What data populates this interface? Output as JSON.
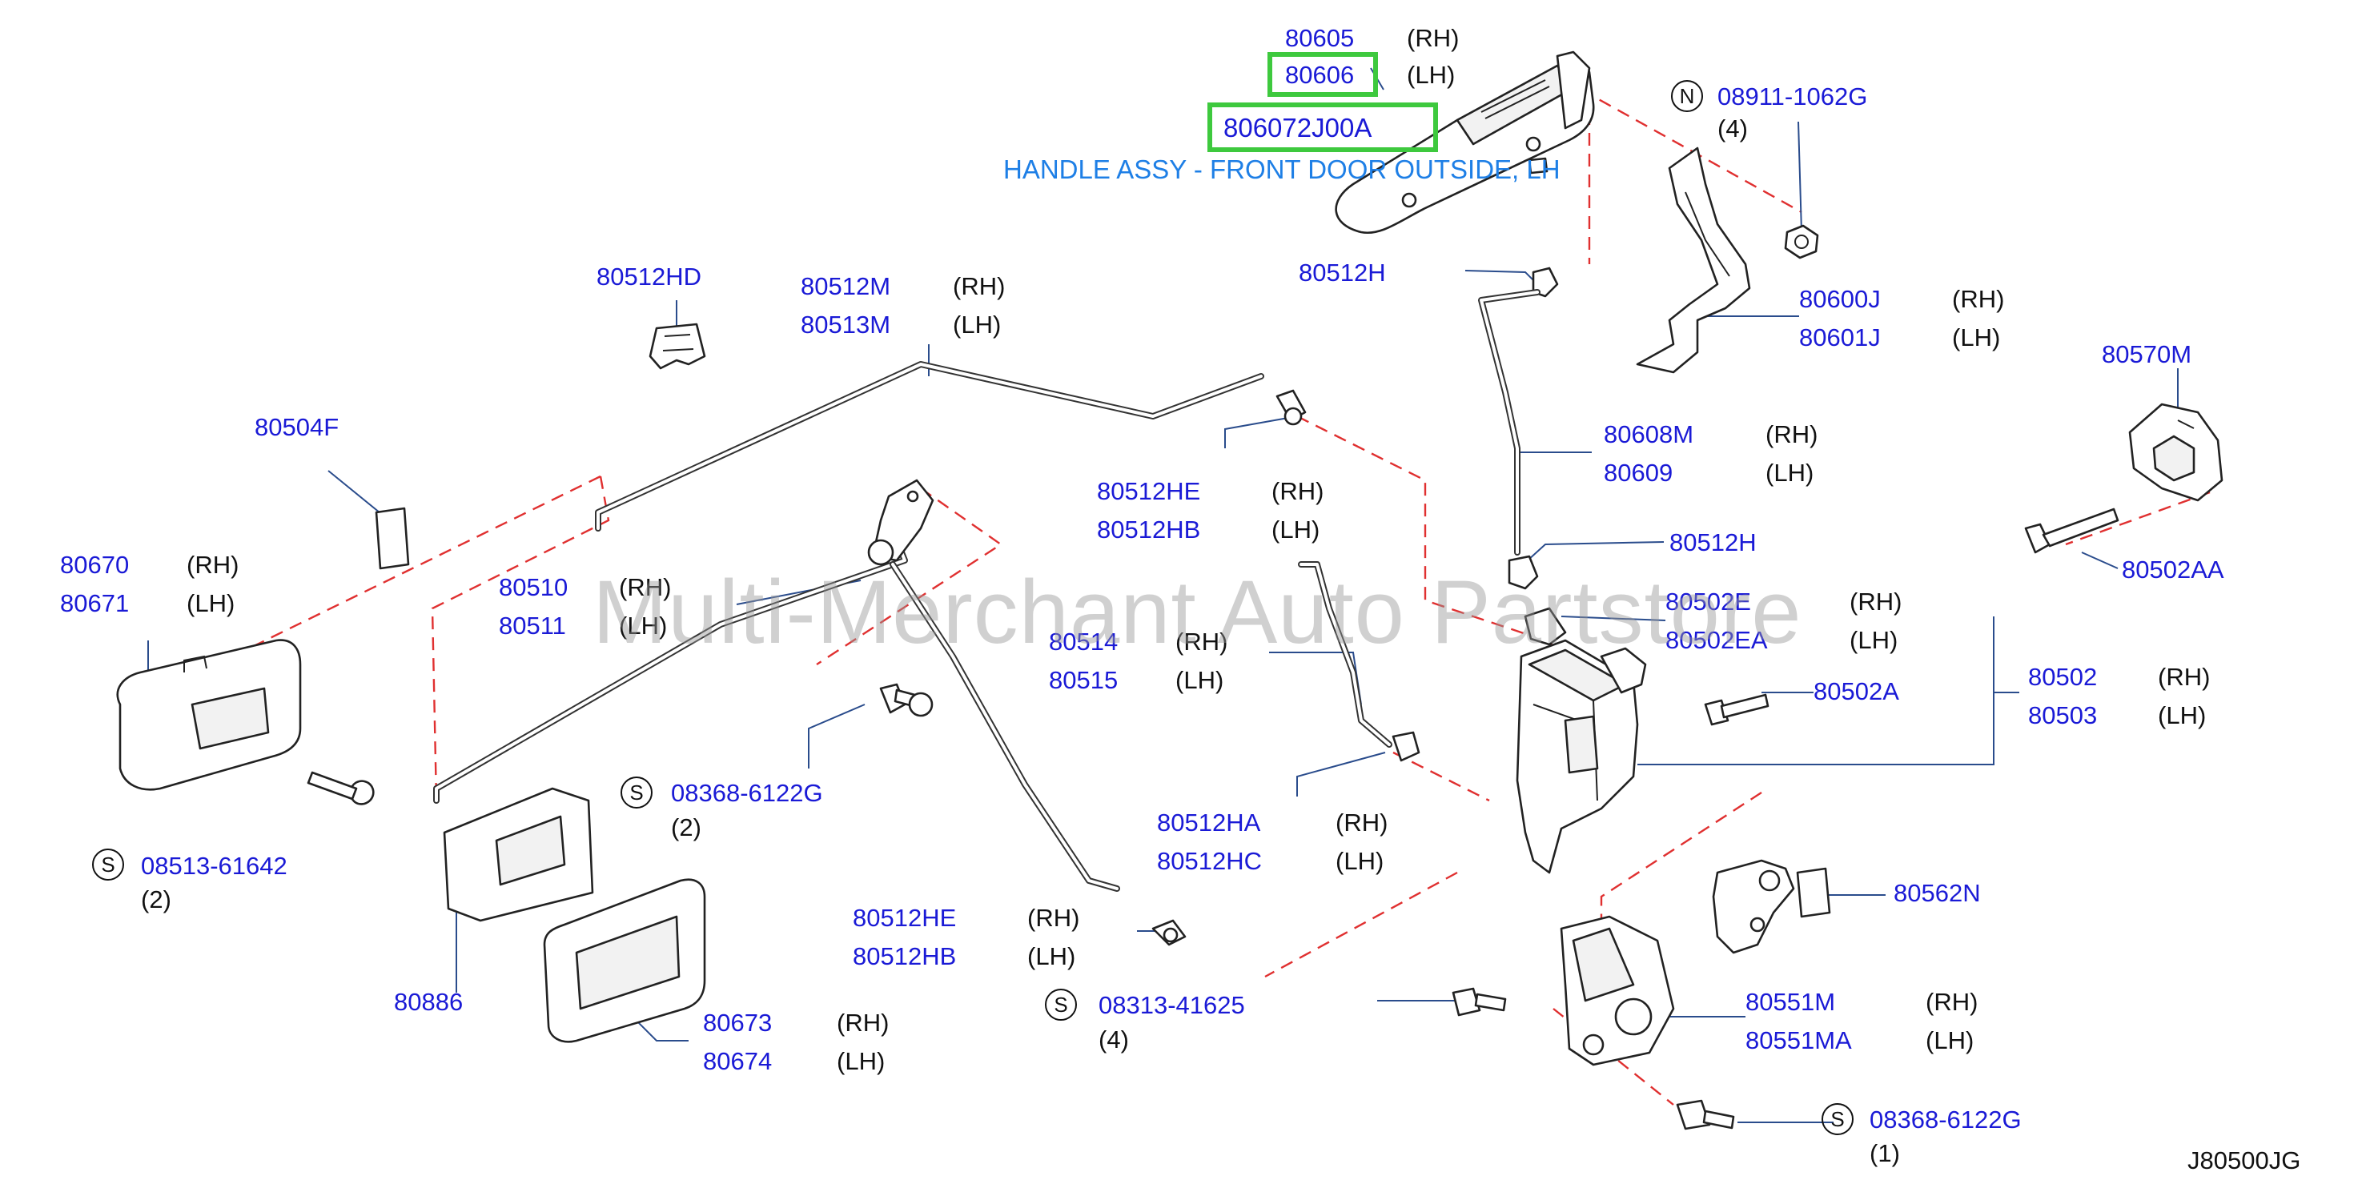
{
  "parts": {
    "p80605": {
      "num": "80605",
      "side": "(RH)"
    },
    "p80606": {
      "num": "80606",
      "side": "(LH)"
    },
    "p806072J00A": {
      "num": "806072J00A"
    },
    "handle_desc": "HANDLE ASSY - FRONT DOOR OUTSIDE, LH",
    "p08911": {
      "mark": "N",
      "num": "08911-1062G",
      "qty": "(4)"
    },
    "p80512HD": {
      "num": "80512HD"
    },
    "p80512M": {
      "num": "80512M",
      "side": "(RH)"
    },
    "p80513M": {
      "num": "80513M",
      "side": "(LH)"
    },
    "p80512H_top": {
      "num": "80512H"
    },
    "p80600J": {
      "num": "80600J",
      "side": "(RH)"
    },
    "p80601J": {
      "num": "80601J",
      "side": "(LH)"
    },
    "p80570M": {
      "num": "80570M"
    },
    "p80504F": {
      "num": "80504F"
    },
    "p80608M": {
      "num": "80608M",
      "side": "(RH)"
    },
    "p80609": {
      "num": "80609",
      "side": "(LH)"
    },
    "p80512HE_a": {
      "num": "80512HE",
      "side": "(RH)"
    },
    "p80512HB_a": {
      "num": "80512HB",
      "side": "(LH)"
    },
    "p80512H_mid": {
      "num": "80512H"
    },
    "p80502AA": {
      "num": "80502AA"
    },
    "p80670": {
      "num": "80670",
      "side": "(RH)"
    },
    "p80671": {
      "num": "80671",
      "side": "(LH)"
    },
    "p80510": {
      "num": "80510",
      "side": "(RH)"
    },
    "p80511": {
      "num": "80511",
      "side": "(LH)"
    },
    "p80502E": {
      "num": "80502E",
      "side": "(RH)"
    },
    "p80502EA": {
      "num": "80502EA",
      "side": "(LH)"
    },
    "p80514": {
      "num": "80514",
      "side": "(RH)"
    },
    "p80515": {
      "num": "80515",
      "side": "(LH)"
    },
    "p80502": {
      "num": "80502",
      "side": "(RH)"
    },
    "p80503": {
      "num": "80503",
      "side": "(LH)"
    },
    "p80502A": {
      "num": "80502A"
    },
    "p08368a": {
      "mark": "S",
      "num": "08368-6122G",
      "qty": "(2)"
    },
    "p80512HA": {
      "num": "80512HA",
      "side": "(RH)"
    },
    "p80512HC": {
      "num": "80512HC",
      "side": "(LH)"
    },
    "p08513": {
      "mark": "S",
      "num": "08513-61642",
      "qty": "(2)"
    },
    "p80562N": {
      "num": "80562N"
    },
    "p80512HE_b": {
      "num": "80512HE",
      "side": "(RH)"
    },
    "p80512HB_b": {
      "num": "80512HB",
      "side": "(LH)"
    },
    "p80886": {
      "num": "80886"
    },
    "p08313": {
      "mark": "S",
      "num": "08313-41625",
      "qty": "(4)"
    },
    "p80551M": {
      "num": "80551M",
      "side": "(RH)"
    },
    "p80551MA": {
      "num": "80551MA",
      "side": "(LH)"
    },
    "p80673": {
      "num": "80673",
      "side": "(RH)"
    },
    "p80674": {
      "num": "80674",
      "side": "(LH)"
    },
    "p08368b": {
      "mark": "S",
      "num": "08368-6122G",
      "qty": "(1)"
    }
  },
  "watermark": "Multi-Merchant Auto Partstore",
  "diagram_code": "J80500JG",
  "colors": {
    "part_number": "#1a1ad6",
    "highlight": "#3ec93e",
    "description": "#1e7fe6",
    "dashed_line": "#e03030"
  }
}
